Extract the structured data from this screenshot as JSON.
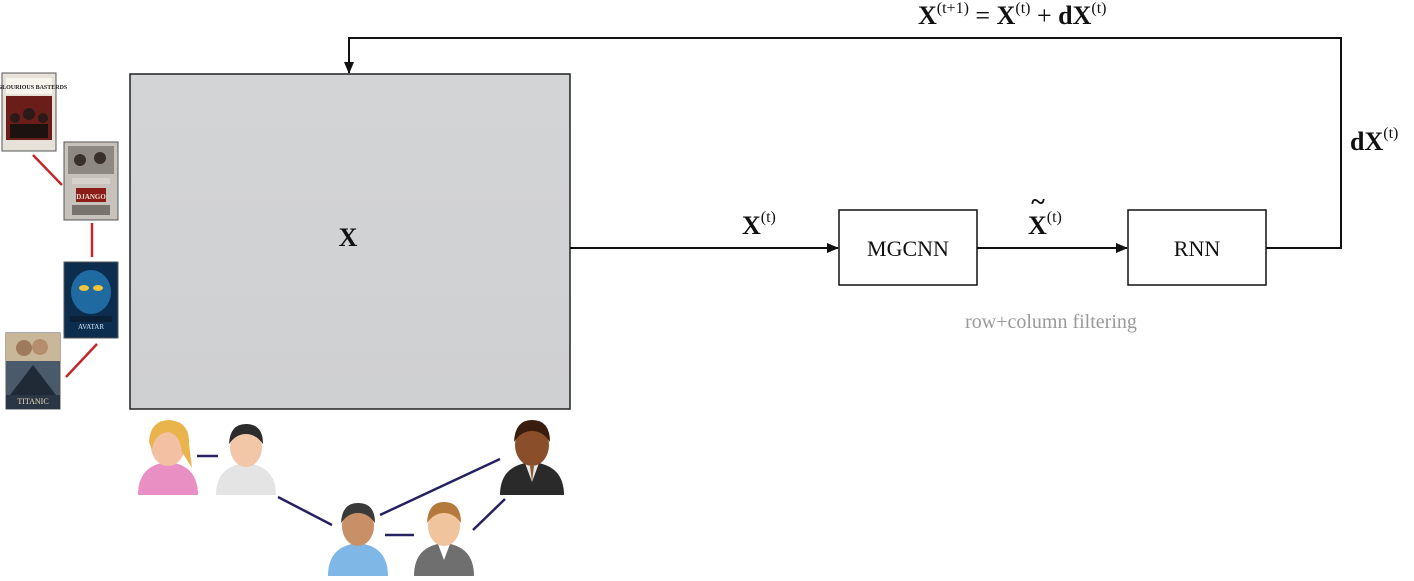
{
  "matrix": {
    "label": "X",
    "fill": "#d1d2d4"
  },
  "update_rule": {
    "lhs_base": "X",
    "lhs_sup": "(t+1)",
    "eq": " = ",
    "rhs1_base": "X",
    "rhs1_sup": "(t)",
    "plus": " + ",
    "rhs2_base": "dX",
    "rhs2_sup": "(t)"
  },
  "input_edge": {
    "base": "X",
    "sup": "(t)"
  },
  "tilde_edge": {
    "base": "X",
    "tilde": "~",
    "sup": "(t)"
  },
  "feedback_edge": {
    "base": "dX",
    "sup": "(t)"
  },
  "blocks": {
    "mgcnn": "MGCNN",
    "rnn": "RNN"
  },
  "caption": "row+column filtering",
  "movies": {
    "edge_color": "#c1272d",
    "items": [
      {
        "name": "inglourious-basterds",
        "title": "INGLOURIOUS BASTERDS",
        "bg": "#d8d3cc",
        "accent": "#6b1d1a"
      },
      {
        "name": "django-unchained",
        "title": "DJANGO",
        "bg": "#b8b3ad",
        "accent": "#8c1c17"
      },
      {
        "name": "avatar",
        "title": "AVATAR",
        "bg": "#0d2d4f",
        "accent": "#3fa3d6"
      },
      {
        "name": "titanic",
        "title": "TITANIC",
        "bg": "#4a5a6b",
        "accent": "#c9b79a"
      }
    ]
  },
  "users": {
    "edge_color": "#262262",
    "items": [
      {
        "name": "user-woman-pink",
        "shirt": "#e98fc4",
        "skin": "#f3c0a4",
        "hair": "#e9b44c"
      },
      {
        "name": "user-man-white",
        "shirt": "#e4e4e4",
        "skin": "#f1c7a8",
        "hair": "#2c2c2c"
      },
      {
        "name": "user-man-blue",
        "shirt": "#7fb7e6",
        "skin": "#c98f67",
        "hair": "#3a3a3a"
      },
      {
        "name": "user-man-grey",
        "shirt": "#6f6f6f",
        "skin": "#f0c49c",
        "hair": "#b47a3c"
      },
      {
        "name": "user-man-suit",
        "shirt": "#2a2a2a",
        "skin": "#8a4f2a",
        "hair": "#3a1d0e"
      }
    ]
  }
}
